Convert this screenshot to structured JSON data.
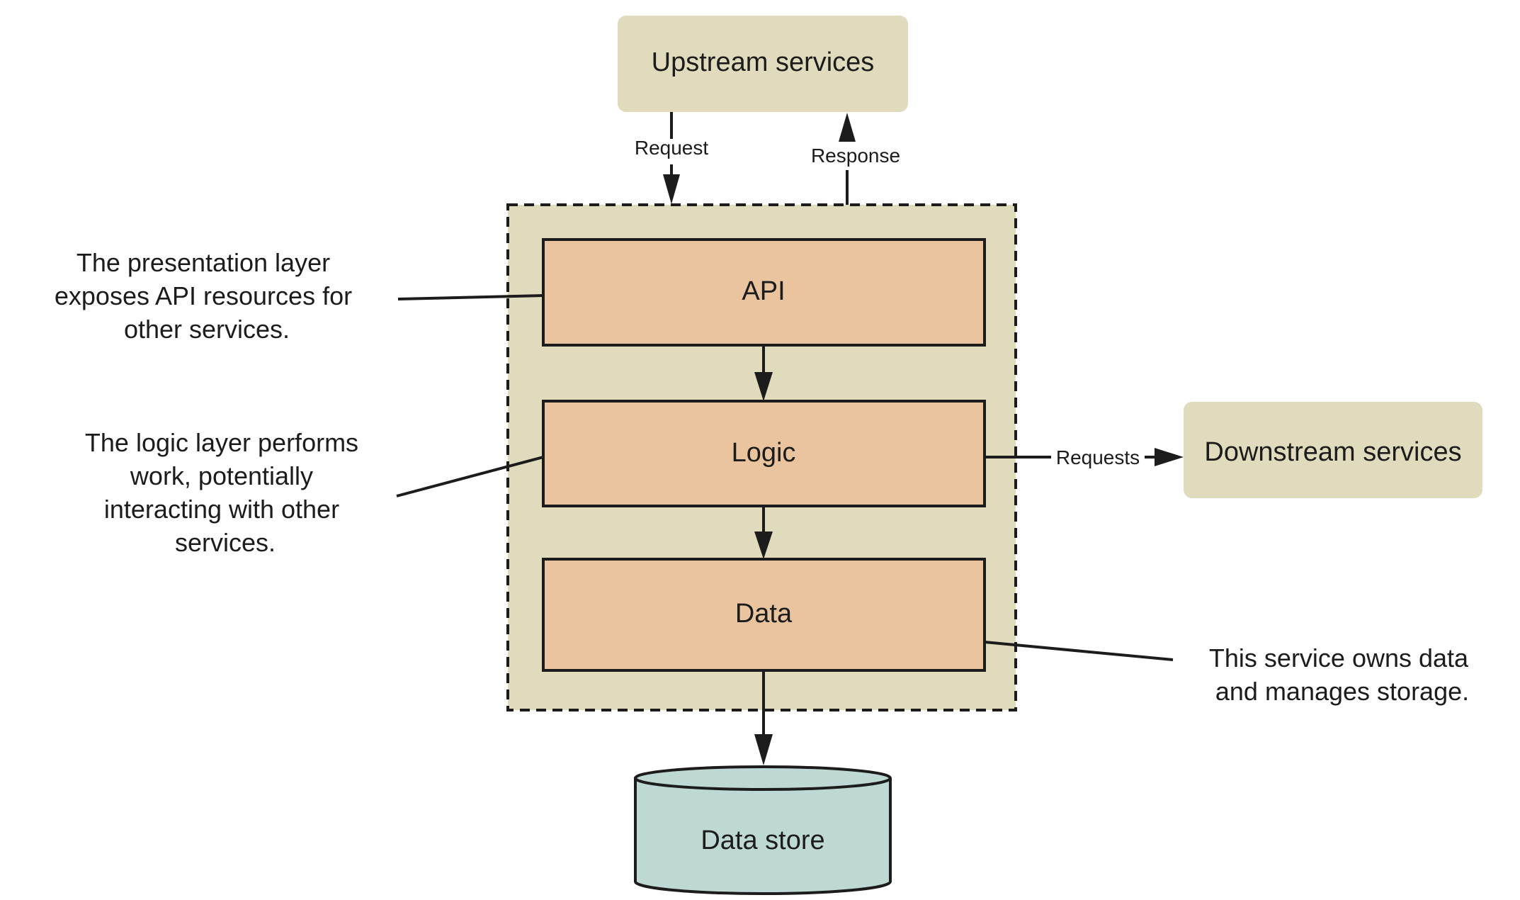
{
  "diagram": {
    "colors": {
      "layer_fill": "#EAC49E",
      "service_fill": "#E0DBBC",
      "boundary_fill": "#E0DBBC",
      "datastore_fill": "#BED9D4",
      "stroke": "#1c1c1c"
    },
    "external": {
      "upstream": "Upstream services",
      "downstream": "Downstream services"
    },
    "layers": {
      "api": "API",
      "logic": "Logic",
      "data": "Data"
    },
    "datastore": "Data store",
    "edges": {
      "request": "Request",
      "response": "Response",
      "requests": "Requests"
    },
    "annotations": {
      "presentation": [
        "The presentation layer",
        "exposes API resources for",
        "other services."
      ],
      "logic": [
        "The logic layer performs",
        "work, potentially",
        "interacting with other",
        "services."
      ],
      "data": [
        "This service owns data",
        "and manages storage."
      ]
    }
  }
}
